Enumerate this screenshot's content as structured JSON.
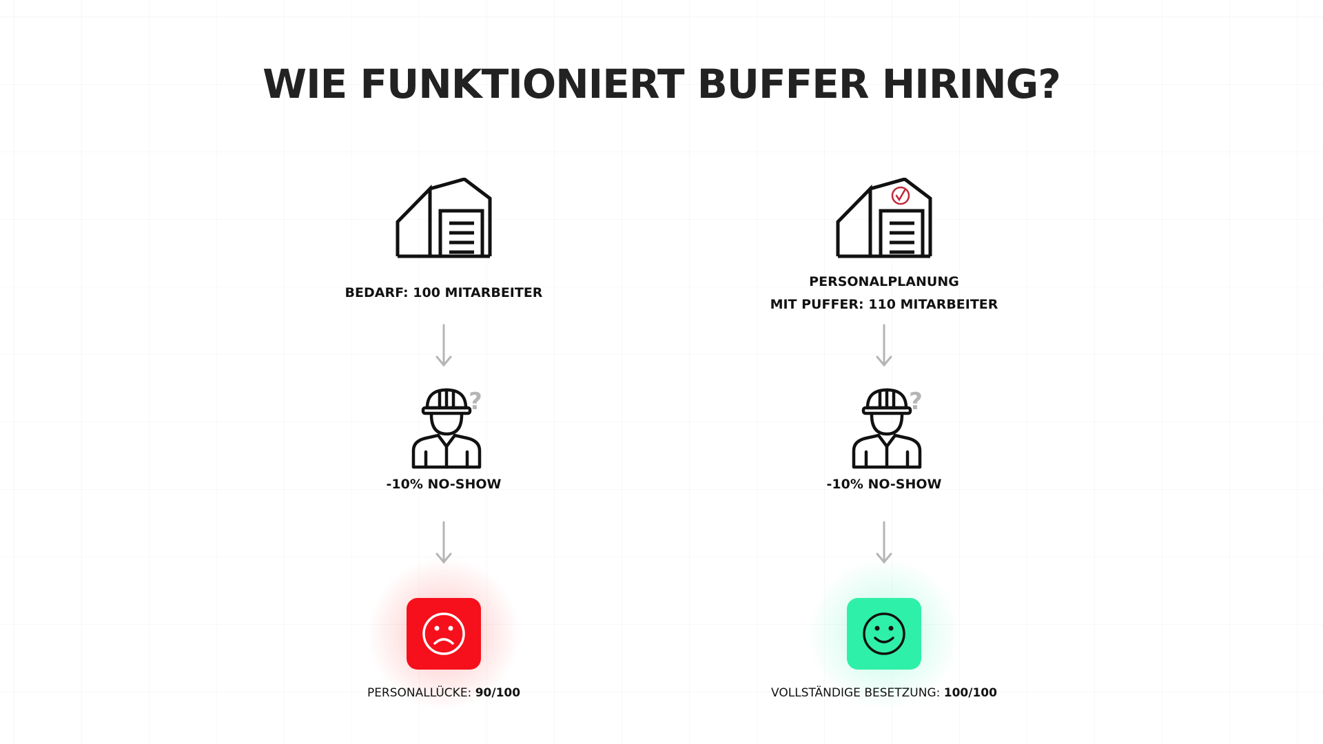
{
  "title": "WIE FUNKTIONIERT BUFFER HIRING?",
  "columns": [
    {
      "warehouse_icon": "warehouse-icon",
      "label_lines": [
        "BEDARF: 100 MITARBEITER"
      ],
      "worker_icon": "worker-question-icon",
      "no_show": "-10% NO-SHOW",
      "outcome_icon": "sad-face-icon",
      "outcome_color": "#f5101b",
      "result_label": "PERSONALLÜCKE: ",
      "result_value": "90/100"
    },
    {
      "warehouse_icon": "warehouse-check-icon",
      "label_lines": [
        "PERSONALPLANUNG",
        "MIT PUFFER: 110 MITARBEITER"
      ],
      "worker_icon": "worker-question-icon",
      "no_show": "-10% NO-SHOW",
      "outcome_icon": "happy-face-icon",
      "outcome_color": "#2ff0a8",
      "result_label": "VOLLSTÄNDIGE BESETZUNG: ",
      "result_value": "100/100"
    }
  ],
  "colors": {
    "title": "#222222",
    "arrow": "#b5b5b5",
    "question_mark": "#b5b5b5",
    "check_mark": "#c0283a"
  }
}
